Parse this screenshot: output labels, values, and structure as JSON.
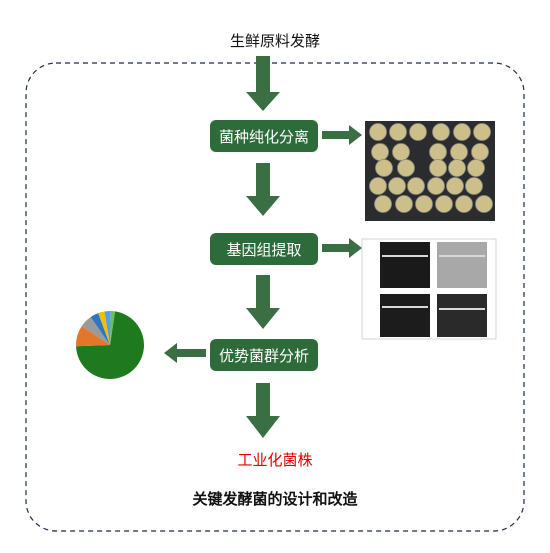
{
  "top_title": "生鲜原料发酵",
  "steps": [
    {
      "label": "菌种纯化分离"
    },
    {
      "label": "基因组提取"
    },
    {
      "label": "优势菌群分析"
    }
  ],
  "result_label": "工业化菌株",
  "bottom_title": "关键发酵菌的设计和改造",
  "colors": {
    "box_fill": "#2e6b3a",
    "arrow_fill": "#3a6e43",
    "result_text": "#e00000",
    "dashed_border": "#1f2a4a"
  },
  "pie": {
    "slices": [
      {
        "value": 72,
        "color": "#1f7a1f"
      },
      {
        "value": 10,
        "color": "#e0772a"
      },
      {
        "value": 6,
        "color": "#9a9a9a"
      },
      {
        "value": 4,
        "color": "#2e75c6"
      },
      {
        "value": 3,
        "color": "#f2c200"
      },
      {
        "value": 3,
        "color": "#5aa0d8"
      },
      {
        "value": 2,
        "color": "#6bbf59"
      }
    ]
  }
}
